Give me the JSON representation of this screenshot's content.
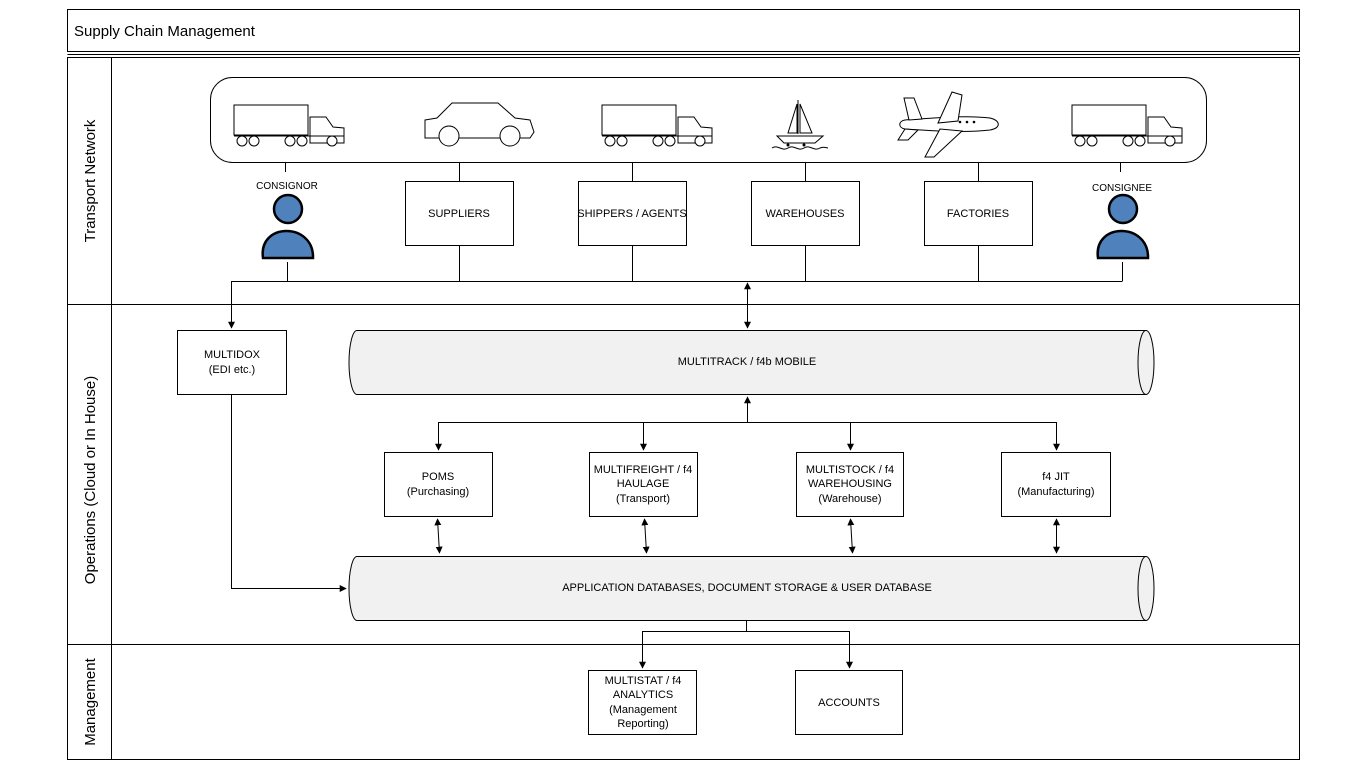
{
  "title": "Supply Chain Management",
  "lanes": {
    "transport": "Transport Network",
    "operations": "Operations (Cloud or In House)",
    "management": "Management"
  },
  "transport": {
    "consignor": "CONSIGNOR",
    "consignee": "CONSIGNEE",
    "suppliers": "SUPPLIERS",
    "shippers": "SHIPPERS / AGENTS",
    "warehouses": "WAREHOUSES",
    "factories": "FACTORIES",
    "vehicles": [
      "truck-icon",
      "car-icon",
      "truck-icon",
      "sailboat-icon",
      "airplane-icon",
      "truck-icon"
    ]
  },
  "operations": {
    "multidox": [
      "MULTIDOX",
      "(EDI etc.)"
    ],
    "multitrack": "MULTITRACK / f4b MOBILE",
    "poms": [
      "POMS",
      "(Purchasing)"
    ],
    "multifreight": [
      "MULTIFREIGHT / f4",
      "HAULAGE",
      "(Transport)"
    ],
    "multistock": [
      "MULTISTOCK / f4",
      "WAREHOUSING",
      "(Warehouse)"
    ],
    "jit": [
      "f4 JIT",
      "(Manufacturing)"
    ],
    "databases": "APPLICATION DATABASES, DOCUMENT STORAGE & USER DATABASE"
  },
  "management": {
    "multistat": [
      "MULTISTAT / f4",
      "ANALYTICS",
      "(Management",
      "Reporting)"
    ],
    "accounts": "ACCOUNTS"
  },
  "colors": {
    "person": "#4f81bd",
    "cylinder": "#f1f1f1",
    "line": "#000000"
  }
}
